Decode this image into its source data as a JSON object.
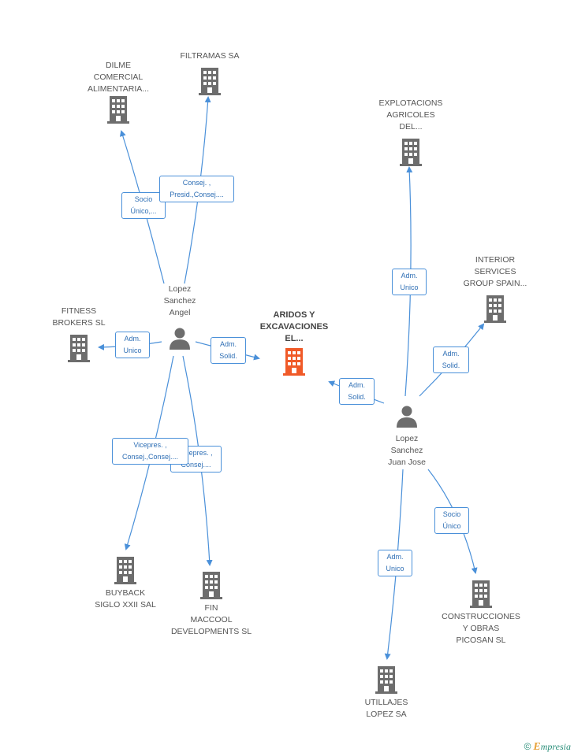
{
  "nodes": {
    "aridos": "ARIDOS Y\nEXCAVACIONES\nEL...",
    "dilme": "DILME\nCOMERCIAL\nALIMENTARIA...",
    "filtramas": "FILTRAMAS SA",
    "explotacions": "EXPLOTACIONS\nAGRICOLES\nDEL...",
    "interior": "INTERIOR\nSERVICES\nGROUP SPAIN...",
    "fitness": "FITNESS\nBROKERS SL",
    "buyback": "BUYBACK\nSIGLO XXII SAL",
    "fin_maccool": "FIN\nMACCOOL\nDEVELOPMENTS SL",
    "construcciones": "CONSTRUCCIONES\nY OBRAS\nPICOSAN SL",
    "utillajes": "UTILLAJES\nLOPEZ SA",
    "angel": "Lopez\nSanchez\nAngel",
    "juan_jose": "Lopez\nSanchez\nJuan Jose"
  },
  "badges": {
    "socio_unico_dilme": "Socio\nÚnico,...",
    "consej_filtramas": "Consej. ,\nPresid.,Consej....",
    "adm_unico_fitness": "Adm.\nUnico",
    "adm_solid_angel": "Adm.\nSolid.",
    "vicepres_buyback": "Vicepres. ,\nConsej.,Consej....",
    "vicepres_fin": "Vicepres. ,\nConsej....",
    "adm_unico_explot": "Adm.\nUnico",
    "adm_solid_interior": "Adm.\nSolid.",
    "adm_solid_juan": "Adm.\nSolid.",
    "socio_unico_constr": "Socio\nÚnico",
    "adm_unico_utillajes": "Adm.\nUnico"
  },
  "colors": {
    "edge": "#4a90d9",
    "building": "#6d6d6d",
    "building_center": "#f05a28",
    "person": "#6d6d6d"
  },
  "icons": {
    "company": "building-icon",
    "person": "person-icon"
  },
  "footer": {
    "copyright": "©",
    "brand_initial": "E",
    "brand_rest": "mpresia"
  }
}
